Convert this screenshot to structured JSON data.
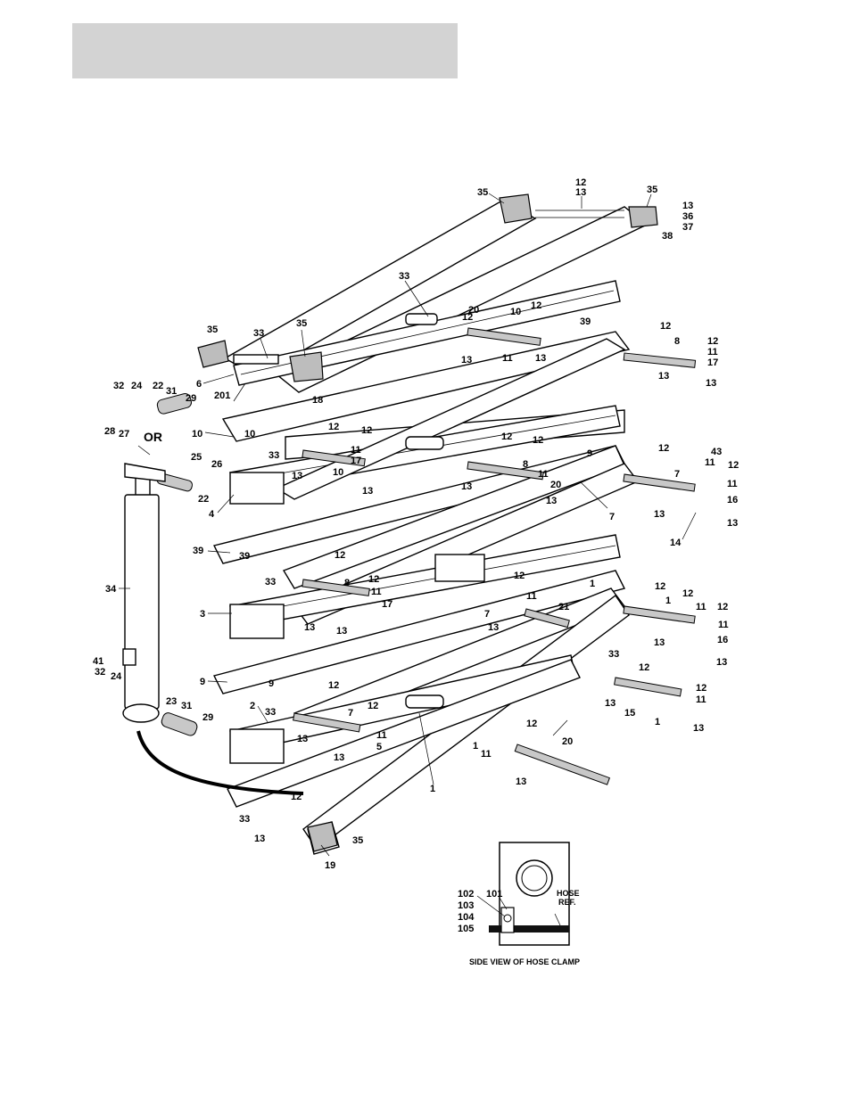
{
  "header": {
    "title": ""
  },
  "caption": "SIDE VIEW OF HOSE CLAMP",
  "hose_ref": [
    "HOSE",
    "REF."
  ],
  "or_label": "OR",
  "callouts": {
    "c35a": "35",
    "c12a": "12",
    "c13a": "13",
    "c35b": "35",
    "c13b": "13",
    "c36": "36",
    "c37": "37",
    "c38": "38",
    "c33a": "33",
    "c35c": "35",
    "c33b": "33",
    "c35d": "35",
    "c6": "6",
    "c18": "18",
    "c201": "201",
    "c20a": "20",
    "c12b": "12",
    "c10a": "10",
    "c12c": "12",
    "c39a": "39",
    "c13c": "13",
    "c11a": "11",
    "c13d": "13",
    "c12d": "12",
    "c8a": "8",
    "c12e": "12",
    "c11b": "11",
    "c17a": "17",
    "c13e": "13",
    "c13f": "13",
    "c32a": "32",
    "c24a": "24",
    "c22a": "22",
    "c31a": "31",
    "c29a": "29",
    "c10b": "10",
    "c10c": "10",
    "c28": "28",
    "c27": "27",
    "c12f": "12",
    "c12g": "12",
    "c33c": "33",
    "c11c": "11",
    "c17b": "17",
    "c13g": "13",
    "c10d": "10",
    "c13h": "13",
    "c25": "25",
    "c26": "26",
    "c22b": "22",
    "c4": "4",
    "c12h": "12",
    "c12i": "12",
    "c8b": "8",
    "c11d": "11",
    "c9a": "9",
    "c13i": "13",
    "c20b": "20",
    "c13j": "13",
    "c12j": "12",
    "c43": "43",
    "c7a": "7",
    "c11e": "11",
    "c12k": "12",
    "c16a": "16",
    "c13k": "13",
    "c11f": "11",
    "c13l": "13",
    "c14": "14",
    "c7b": "7",
    "c39b": "39",
    "c39c": "39",
    "c34": "34",
    "c33d": "33",
    "c12l": "12",
    "c8c": "8",
    "c12m": "12",
    "c11g": "11",
    "c17c": "17",
    "c3": "3",
    "c13m": "13",
    "c13n": "13",
    "c12n": "12",
    "c1a": "1",
    "c11h": "11",
    "c7c": "7",
    "c21": "21",
    "c13o": "13",
    "c12o": "12",
    "c12p": "12",
    "c1b": "1",
    "c11i": "11",
    "c12q": "12",
    "c11j": "11",
    "c16b": "16",
    "c13p": "13",
    "c13q": "13",
    "c9b": "9",
    "c9c": "9",
    "c33e": "33",
    "c41": "41",
    "c32b": "32",
    "c24b": "24",
    "c23": "23",
    "c31b": "31",
    "c29b": "29",
    "c12r": "12",
    "c2": "2",
    "c33f": "33",
    "c12s": "12",
    "c7d": "7",
    "c12t": "12",
    "c13r": "13",
    "c11k": "11",
    "c13s": "13",
    "c5": "5",
    "c12u": "12",
    "c15": "15",
    "c1c": "1",
    "c11l": "11",
    "c13t": "13",
    "c13u": "13",
    "c12v": "12",
    "c1d": "1",
    "c11m": "11",
    "c20c": "20",
    "c13v": "13",
    "c1e": "1",
    "c12w": "12",
    "c33g": "33",
    "c13w": "13",
    "c35e": "35",
    "c19": "19",
    "c102": "102",
    "c103": "103",
    "c104": "104",
    "c105": "105",
    "c101": "101"
  }
}
